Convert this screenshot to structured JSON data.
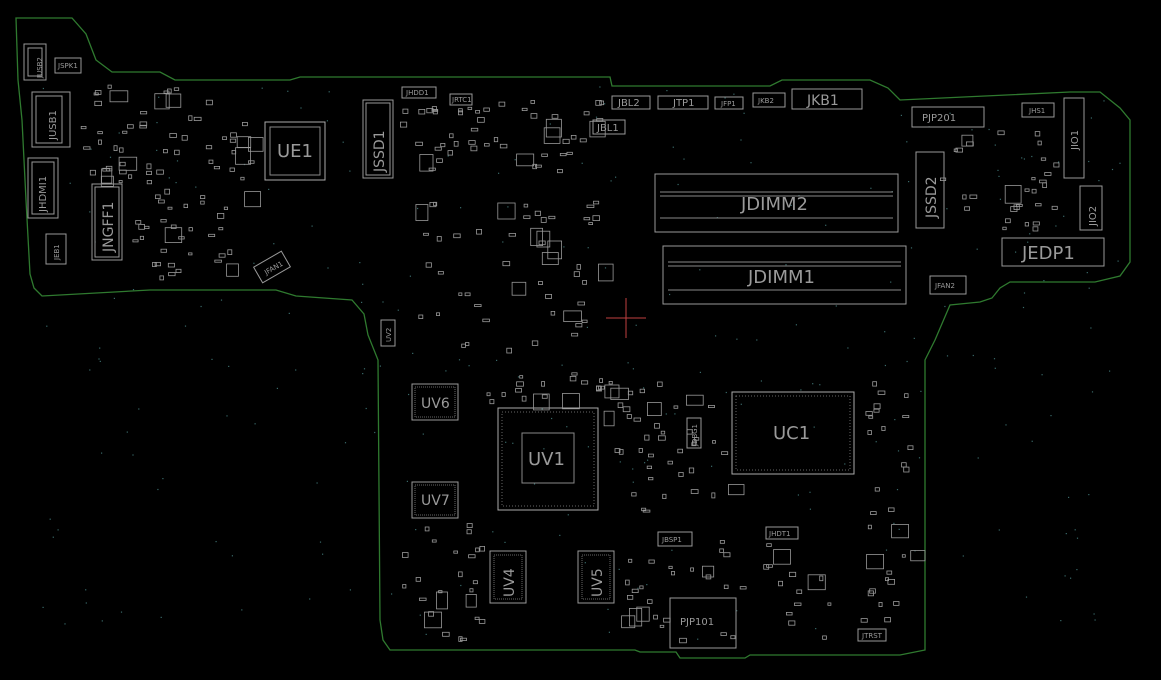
{
  "board": {
    "outline_color": "#2f7a2f",
    "silk_color": "#9a9a9a",
    "background": "#000000"
  },
  "components": {
    "UE1": "UE1",
    "JSSD1": "JSSD1",
    "JNGFF1": "JNGFF1",
    "JUSB1": "JUSB1",
    "JHDMI1": "JHDMI1",
    "JFAN1": "JFAN1",
    "JHDD1": "JHDD1",
    "JRTC1": "JRTC1",
    "JBL2": "JBL2",
    "JTP1": "JTP1",
    "JFP1": "JFP1",
    "JKB2": "JKB2",
    "JKB1": "JKB1",
    "JBL1": "JBL1",
    "PJP201": "PJP201",
    "JHS1": "JHS1",
    "JIO1": "JIO1",
    "JIO2": "JIO2",
    "JSSD2": "JSSD2",
    "JDIMM2": "JDIMM2",
    "JDIMM1": "JDIMM1",
    "JEDP1": "JEDP1",
    "JFAN2": "JFAN2",
    "UV2": "UV2",
    "UV6": "UV6",
    "UV7": "UV7",
    "UV1": "UV1",
    "UV4": "UV4",
    "UV5": "UV5",
    "UC1": "UC1",
    "PJP101": "PJP101",
    "JHDT1": "JHDT1",
    "JTRST": "JTRST",
    "JSPK1": "JSPK1",
    "JUSB2": "JUSB2",
    "JEB1": "JEB1",
    "JDBG1": "JDBG1",
    "JBSP1": "JBSP1"
  }
}
